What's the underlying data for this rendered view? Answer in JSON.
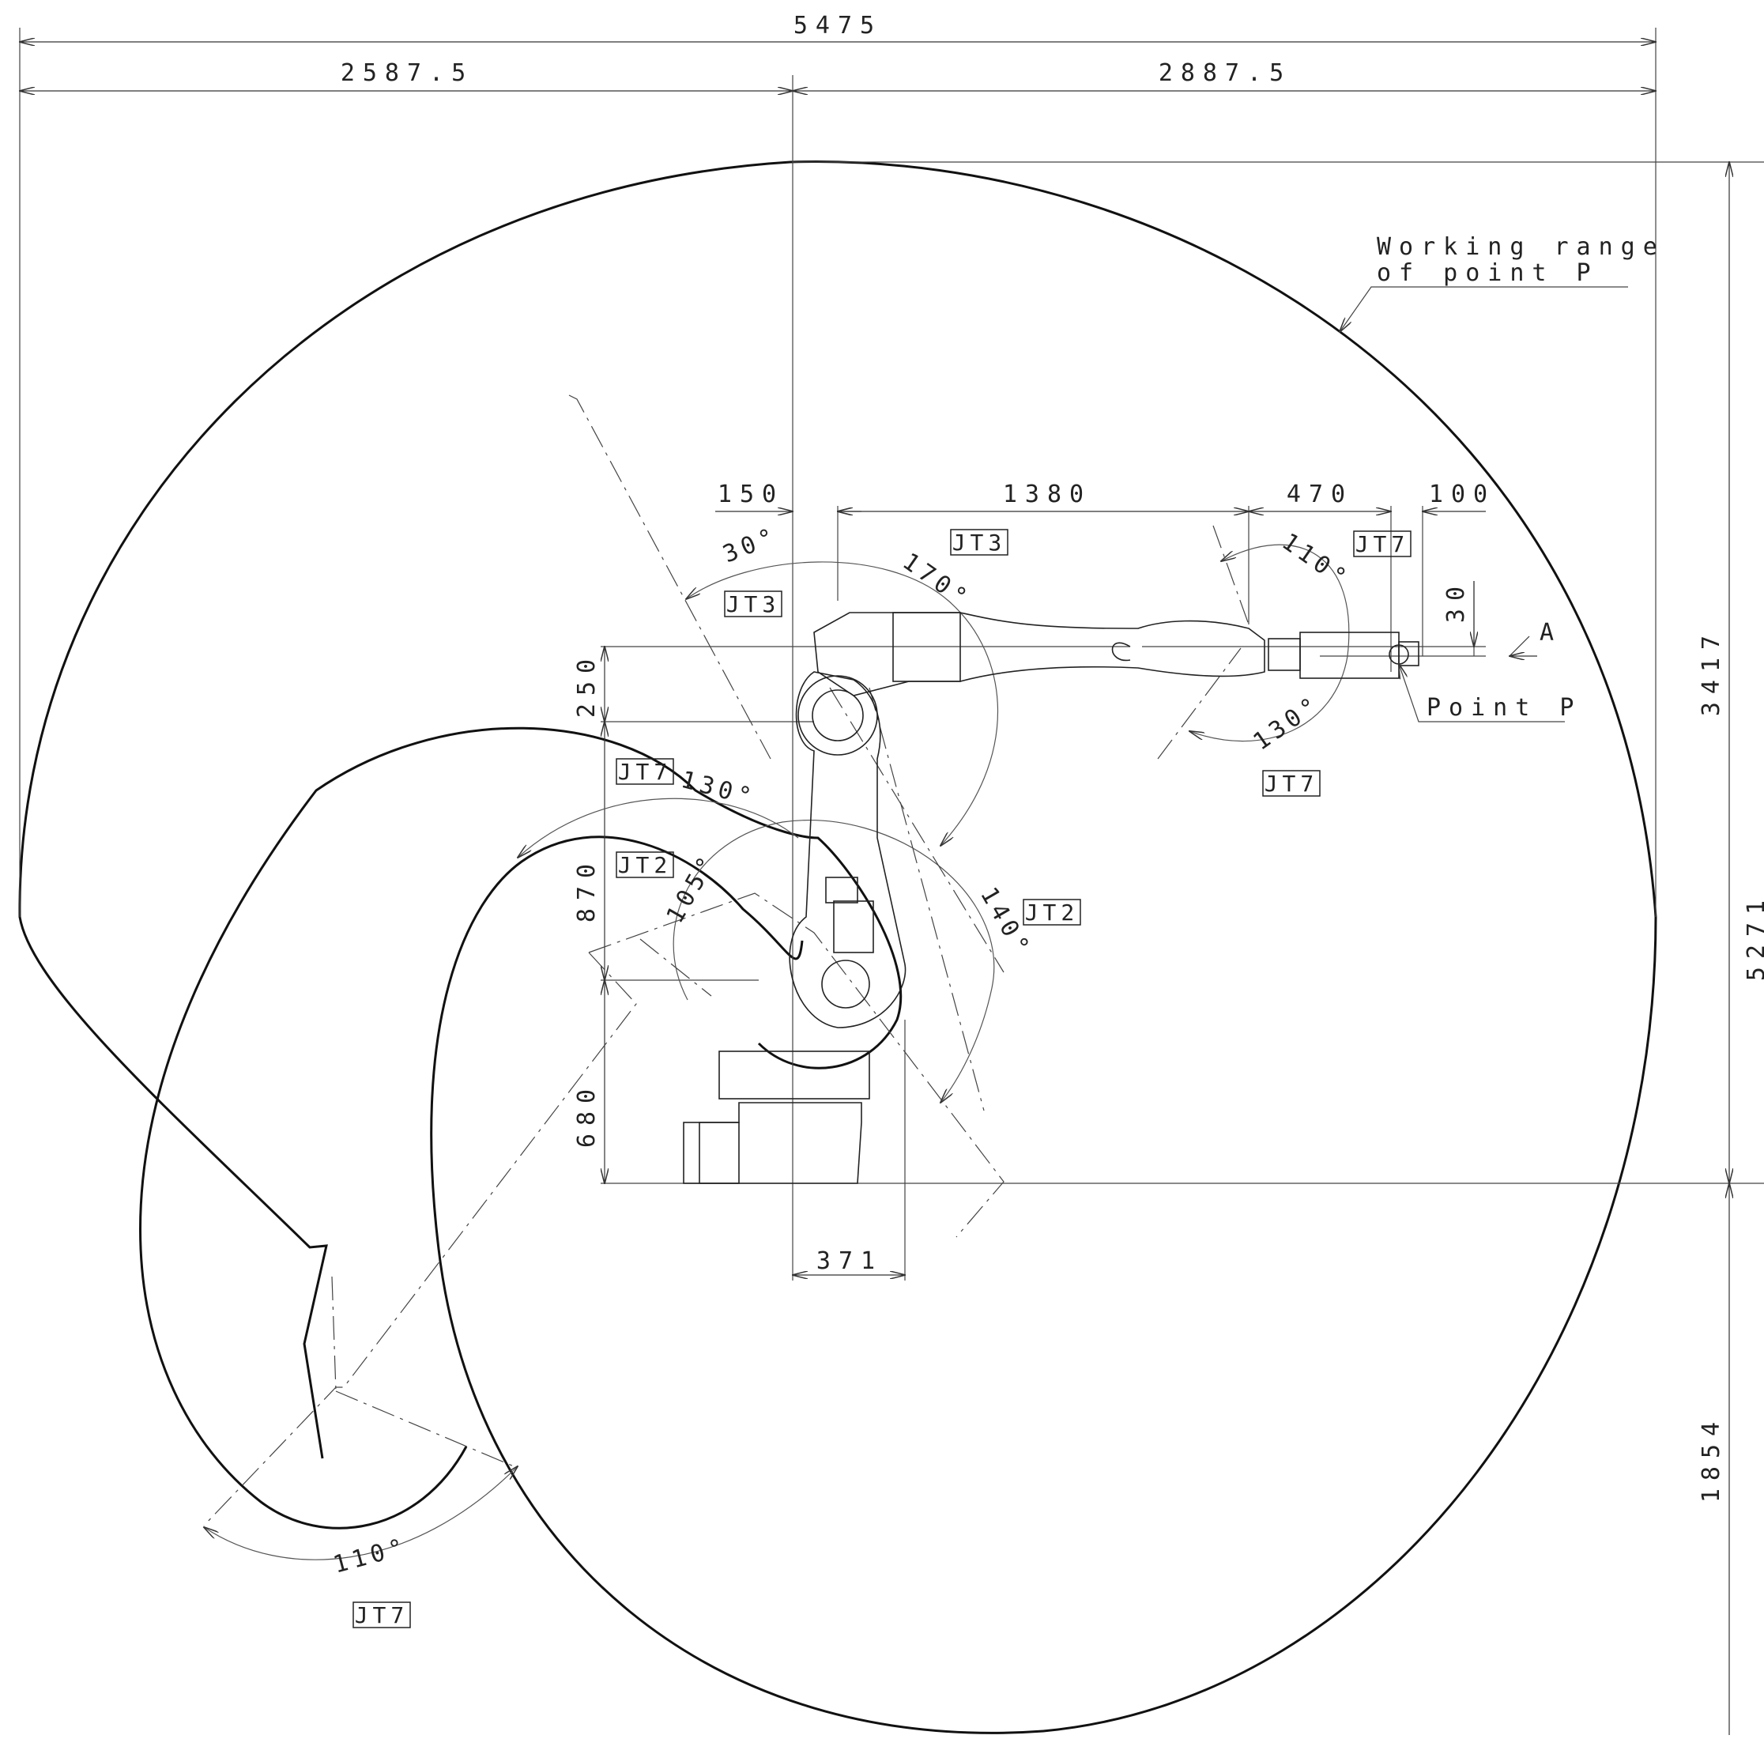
{
  "dimensions": {
    "overall_width": "5475",
    "left_width": "2587.5",
    "right_width": "2887.5",
    "d150": "150",
    "d1380": "1380",
    "d470": "470",
    "d100": "100",
    "d30": "30",
    "d250": "250",
    "d870": "870",
    "d680": "680",
    "d371": "371",
    "h3417": "3417",
    "h5271": "5271",
    "h1854": "1854"
  },
  "labels": {
    "working_range_1": "Working range",
    "working_range_2": "of point P",
    "point_p": "Point P",
    "view_a": "A"
  },
  "angles": {
    "a30": "30°",
    "a170": "170°",
    "a110_top": "110°",
    "a130_right": "130°",
    "a130_left": "130°",
    "a105": "105°",
    "a140": "140°",
    "a110_bottom": "110°"
  },
  "joints": {
    "jt3_top": "JT3",
    "jt3_left": "JT3",
    "jt7_top": "JT7",
    "jt7_right": "JT7",
    "jt7_left": "JT7",
    "jt2_left": "JT2",
    "jt2_right": "JT2",
    "jt7_bottom": "JT7"
  }
}
